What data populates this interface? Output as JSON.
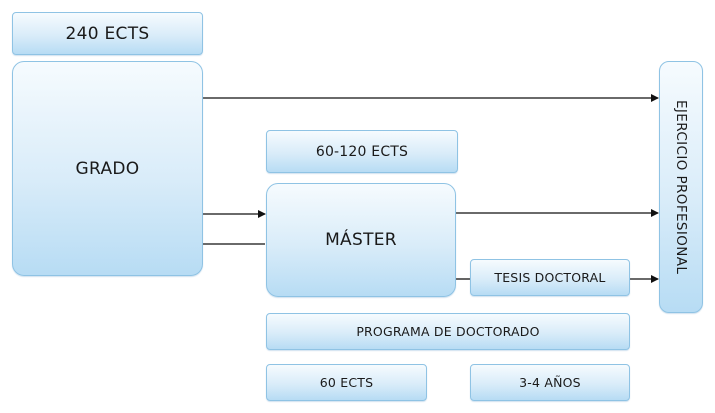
{
  "diagram": {
    "grado_credits": "240 ECTS",
    "grado": "GRADO",
    "master_credits": "60-120 ECTS",
    "master": "MÁSTER",
    "tesis": "TESIS DOCTORAL",
    "ejercicio": "EJERCICIO PROFESIONAL",
    "programa": "PROGRAMA DE DOCTORADO",
    "doctorado_credits": "60 ECTS",
    "doctorado_years": "3-4 AÑOS"
  },
  "colors": {
    "box_border": "#8fc3e4",
    "box_fill_top": "#f6fbfe",
    "box_fill_bottom": "#b7dcf4",
    "arrow": "#111111",
    "text": "#1a1a1a"
  }
}
